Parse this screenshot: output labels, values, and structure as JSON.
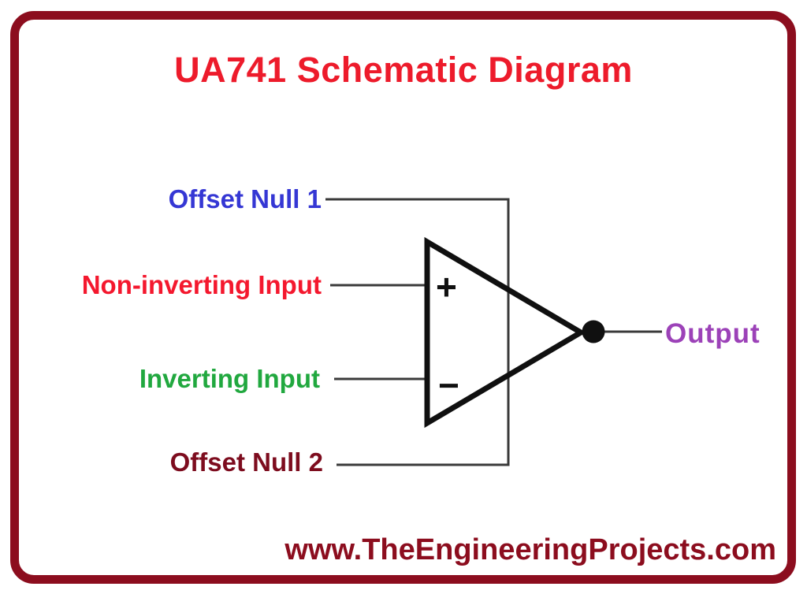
{
  "page": {
    "background_color": "#ffffff",
    "border_color": "#8C0D1E"
  },
  "title": {
    "text": "UA741 Schematic Diagram",
    "color": "#ED1B2B"
  },
  "schematic": {
    "labels": [
      {
        "id": "offset-null-1",
        "text": "Offset Null 1",
        "color": "#3537D4"
      },
      {
        "id": "non-inverting-input",
        "text": "Non-inverting Input",
        "color": "#F4182E"
      },
      {
        "id": "inverting-input",
        "text": "Inverting Input",
        "color": "#21A83F"
      },
      {
        "id": "offset-null-2",
        "text": "Offset Null 2",
        "color": "#7D0C1E"
      },
      {
        "id": "output",
        "text": "Output",
        "color": "#9C42B8"
      }
    ],
    "opamp": {
      "plus_sign": "+",
      "minus_sign": "−",
      "symbol_color": "#101010",
      "wire_color": "#3a3a3a"
    }
  },
  "footer": {
    "website": "www.TheEngineeringProjects.com",
    "color": "#8C0D1E"
  }
}
